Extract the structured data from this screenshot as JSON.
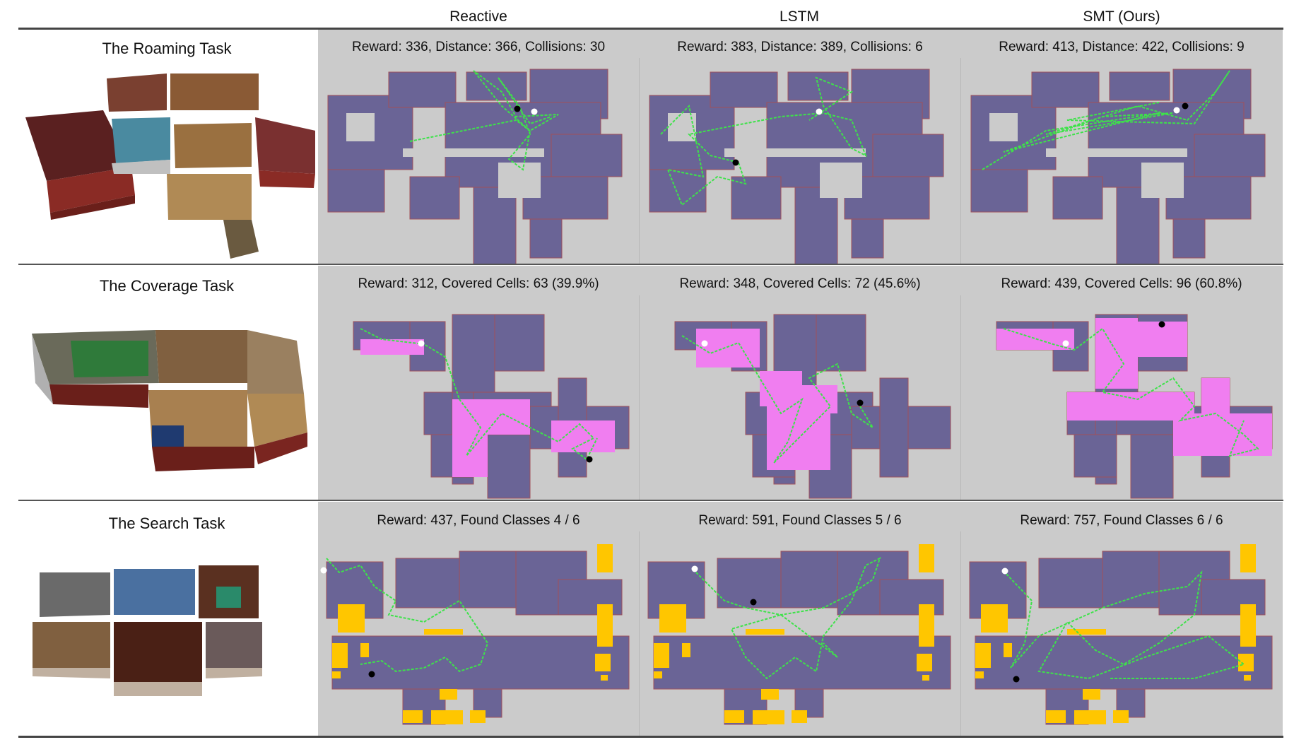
{
  "columns": [
    "Reactive",
    "LSTM",
    "SMT (Ours)"
  ],
  "rows": [
    {
      "title": "The Roaming Task",
      "captions": [
        "Reward: 336, Distance: 366, Collisions: 30",
        "Reward: 383, Distance: 389, Collisions: 6",
        "Reward: 413, Distance: 422, Collisions: 9"
      ]
    },
    {
      "title": "The Coverage Task",
      "captions": [
        "Reward: 312, Covered Cells: 63 (39.9%)",
        "Reward: 348, Covered Cells: 72 (45.6%)",
        "Reward: 439, Covered Cells: 96 (60.8%)"
      ]
    },
    {
      "title": "The Search Task",
      "captions": [
        "Reward: 437, Found Classes 4 / 6",
        "Reward: 591, Found Classes 5 / 6",
        "Reward: 757, Found Classes 6 / 6"
      ]
    }
  ],
  "colors": {
    "map_background": "#cbcbcb",
    "free_space": "#6a6496",
    "free_space_edge": "#a0505a",
    "trajectory": "#3ee24a",
    "covered_cell": "#f07ef0",
    "found_object": "#ffc600",
    "start_marker": "#ffffff",
    "end_marker": "#000000"
  }
}
